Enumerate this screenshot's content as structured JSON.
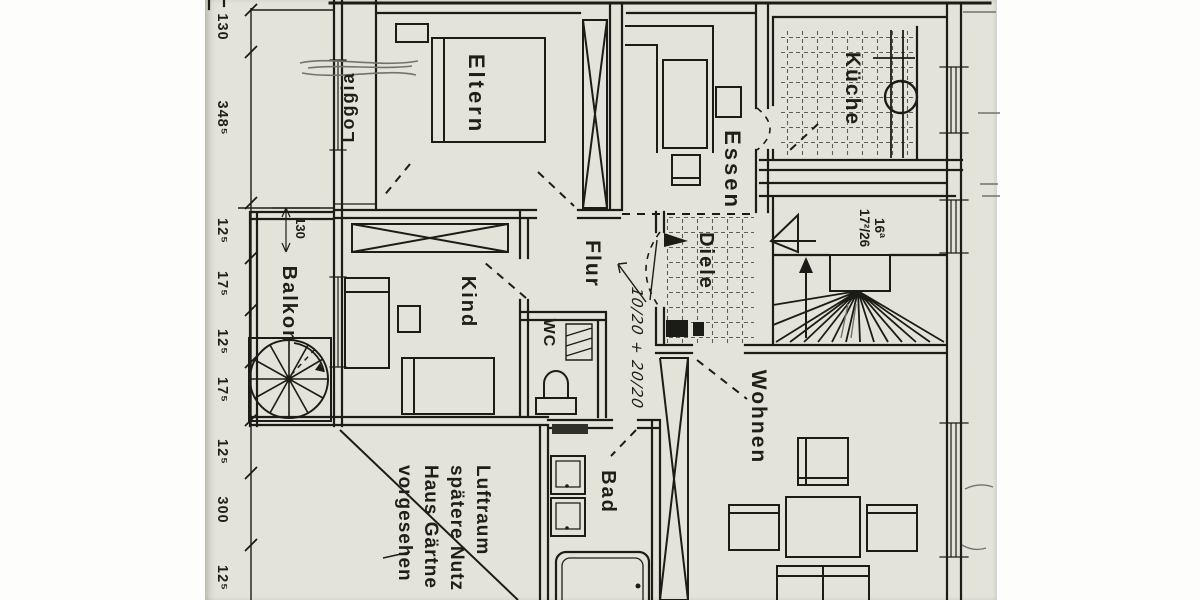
{
  "rooms": {
    "eltern": "Eltern",
    "essen": "Essen",
    "kueche": "Küche",
    "diele": "Diele",
    "flur": "Flur",
    "kind": "Kind",
    "wc": "WC",
    "bad": "Bad",
    "wohnen": "Wohnen",
    "balkon": "Balkon",
    "loggia": "Loggia"
  },
  "annotations": {
    "stair_lines": [
      "16ª",
      "17²/26"
    ],
    "door_note": "10/20 + 20/20",
    "luftraum_lines": [
      "Luftraum",
      "spätere Nutz",
      "Haus Gärtne",
      "vorgesehen"
    ],
    "balkon_width": "130"
  },
  "dimension_chain": [
    "130",
    "348⁵",
    "12⁵",
    "17⁵",
    "12⁵",
    "17⁵",
    "12⁵",
    "300",
    "12⁵"
  ],
  "colors": {
    "paper": "#e4e3da",
    "ink": "#1c1c17",
    "pencil": "#73736b"
  }
}
